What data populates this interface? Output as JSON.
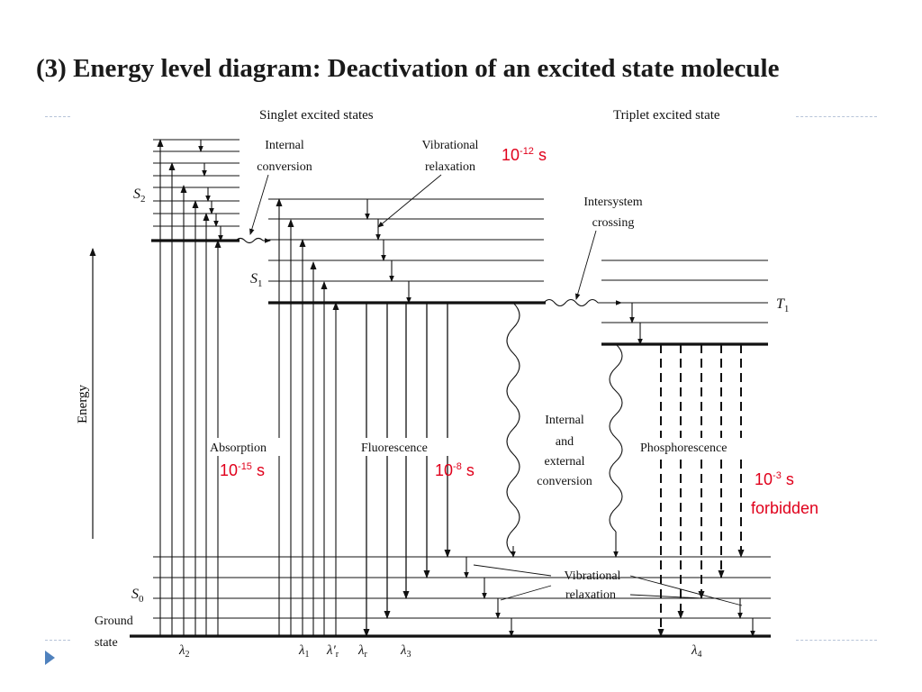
{
  "slide": {
    "title": "(3)  Energy level diagram: Deactivation of an excited state molecule"
  },
  "diagram": {
    "header_singlet": "Singlet excited states",
    "header_triplet": "Triplet excited state",
    "energy_axis": "Energy",
    "state_s2": "S",
    "state_s2_sub": "2",
    "state_s1": "S",
    "state_s1_sub": "1",
    "state_s0": "S",
    "state_s0_sub": "0",
    "state_t1": "T",
    "state_t1_sub": "1",
    "ground_state_line1": "Ground",
    "ground_state_line2": "state",
    "internal_conversion_line1": "Internal",
    "internal_conversion_line2": "conversion",
    "vib_relax_top_line1": "Vibrational",
    "vib_relax_top_line2": "relaxation",
    "isc_line1": "Intersystem",
    "isc_line2": "crossing",
    "absorption": "Absorption",
    "fluorescence": "Fluorescence",
    "phosphorescence": "Phosphorescence",
    "int_ext_line1": "Internal",
    "int_ext_line2": "and",
    "int_ext_line3": "external",
    "int_ext_line4": "conversion",
    "vib_relax_bottom_line1": "Vibrational",
    "vib_relax_bottom_line2": "relaxation",
    "lambda_2": "λ",
    "lambda_2_sub": "2",
    "lambda_1": "λ",
    "lambda_1_sub": "1",
    "lambda_r_prime": "λ′",
    "lambda_r_prime_sub": "r",
    "lambda_r": "λ",
    "lambda_r_sub": "r",
    "lambda_3": "λ",
    "lambda_3_sub": "3",
    "lambda_4": "λ",
    "lambda_4_sub": "4"
  },
  "annotations": {
    "vib_time_base": "10",
    "vib_time_exp": "-12",
    "vib_time_unit": " s",
    "abs_time_base": "10",
    "abs_time_exp": "-15",
    "abs_time_unit": " s",
    "fluor_time_base": "10",
    "fluor_time_exp": "-8",
    "fluor_time_unit": " s",
    "phos_time_base": "10",
    "phos_time_exp": "-3",
    "phos_time_unit": " s",
    "phos_note": "forbidden"
  },
  "colors": {
    "annotation": "#e0001b",
    "bullet": "#4f81bd",
    "divider": "#b7c4d8"
  }
}
